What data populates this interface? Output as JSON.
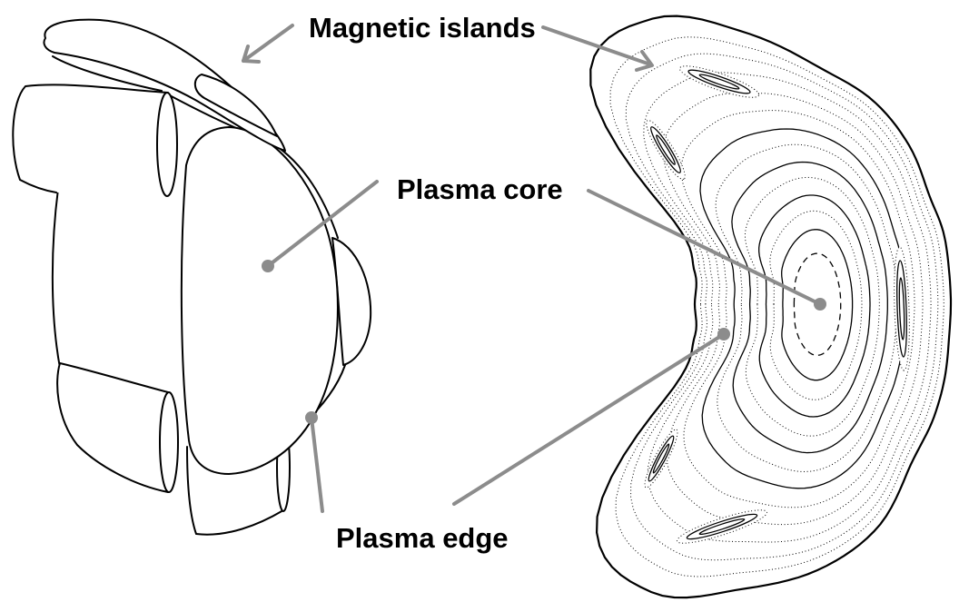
{
  "labels": {
    "magnetic_islands": "Magnetic islands",
    "plasma_core": "Plasma core",
    "plasma_edge": "Plasma edge"
  },
  "colors": {
    "annotation": "#8c8c8c",
    "outline": "#000000",
    "background": "#ffffff"
  }
}
